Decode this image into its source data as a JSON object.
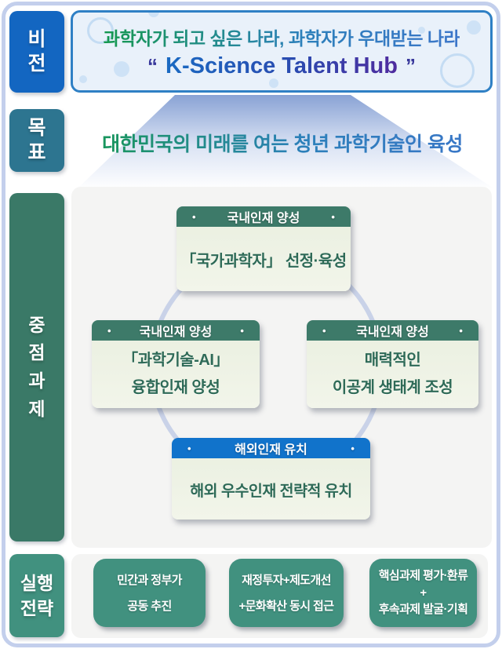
{
  "ui": {
    "dot": "•"
  },
  "palette": {
    "frame_border": "#c3cfec",
    "vision_label_bg": "#1366c1",
    "vision_box_bg": "#e9f1fa",
    "vision_box_border": "#2f80c5",
    "goal_label_bg": "#2d7590",
    "tasks_label_bg": "#3a7967",
    "strategy_bg": "#41917f",
    "domestic_header_bg": "#3d7a69",
    "overseas_header_bg": "#1173cb",
    "card_body_bg": "#edf2e3",
    "card_text": "#2e6a57",
    "panel_bg": "#f4f4f3",
    "circle_stroke": "#c9d2e8",
    "korean_title_gradient": [
      "#16994f",
      "#3c76c9"
    ],
    "hub_gradient": [
      "#1a6ac2",
      "#4f2b9e"
    ]
  },
  "vision": {
    "label": "비전",
    "statement": "과학자가 되고 싶은 나라, 과학자가 우대받는 나라",
    "quote_open": "“",
    "quote_close": "”",
    "slogan": "K-Science Talent Hub"
  },
  "goal": {
    "label": "목표",
    "text": "대한민국의 미래를 여는 청년 과학기술인 육성"
  },
  "tasks": {
    "label": "중점과제",
    "cards": [
      {
        "category": "국내인재 양성",
        "lines": [
          "「국가과학자」 선정·육성"
        ]
      },
      {
        "category": "국내인재 양성",
        "lines": [
          "「과학기술-AI」",
          "융합인재 양성"
        ]
      },
      {
        "category": "국내인재 양성",
        "lines": [
          "매력적인",
          "이공계 생태계 조성"
        ]
      },
      {
        "category": "해외인재 유치",
        "lines": [
          "해외 우수인재 전략적 유치"
        ]
      }
    ]
  },
  "strategy": {
    "label": "실행전략",
    "items": [
      {
        "lines": [
          "민간과 정부가",
          "공동 추진"
        ]
      },
      {
        "lines": [
          "재정투자+제도개선",
          "+문화확산 동시 접근"
        ]
      },
      {
        "lines": [
          "핵심과제 평가·환류",
          "+",
          "후속과제 발굴·기획"
        ]
      }
    ]
  }
}
